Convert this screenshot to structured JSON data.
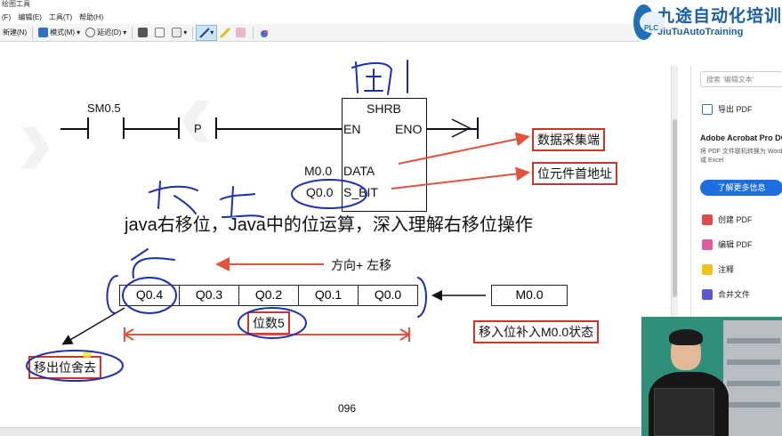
{
  "window": {
    "title": "绘图工具"
  },
  "menu": [
    "(F)",
    "编辑(E)",
    "工具(T)",
    "帮助(H)"
  ],
  "toolbar": {
    "new_label": "新建(N)",
    "mode_label": "模式(M)",
    "delay_label": "延迟(D)"
  },
  "logo": {
    "cn": "九途自动化培训",
    "en": "JiuTuAutoTraining",
    "badge": "PLC"
  },
  "diagram": {
    "contact_label": "SM0.5",
    "p_label": "P",
    "block_name": "SHRB",
    "en": "EN",
    "eno": "ENO",
    "data_in": "M0.0",
    "data_pin": "DATA",
    "sbit_in": "Q0.0",
    "sbit_pin": "S_BIT",
    "register_cells": [
      "Q0.4",
      "Q0.3",
      "Q0.2",
      "Q0.1",
      "Q0.0"
    ],
    "input_cell": "M0.0",
    "annotations": {
      "data_end": "数据采集端",
      "bit_start": "位元件首地址",
      "direction": "方向+ 左移",
      "bits": "位数5",
      "fill_in": "移入位补入M0.0状态",
      "shift_out": "移出位舍去"
    },
    "page_number": "096"
  },
  "overlay": {
    "title": "java右移位，Java中的位运算，深入理解右移位操作"
  },
  "panel": {
    "search_placeholder": "搜索 '编辑文本'",
    "export_pdf": "导出 PDF",
    "promo_title": "Adobe Acrobat Pro DC",
    "promo_desc": "将 PDF 文件联机转换为 Word 或 Excel",
    "promo_button": "了解更多信息",
    "create_pdf": "创建 PDF",
    "edit_pdf": "编辑 PDF",
    "comment": "注释",
    "combine": "合并文件"
  },
  "colors": {
    "accent_red": "#c7362b",
    "ink_blue": "#1a2fb5",
    "arrow_red": "#e0533f",
    "brand_blue": "#1c5fa8"
  }
}
